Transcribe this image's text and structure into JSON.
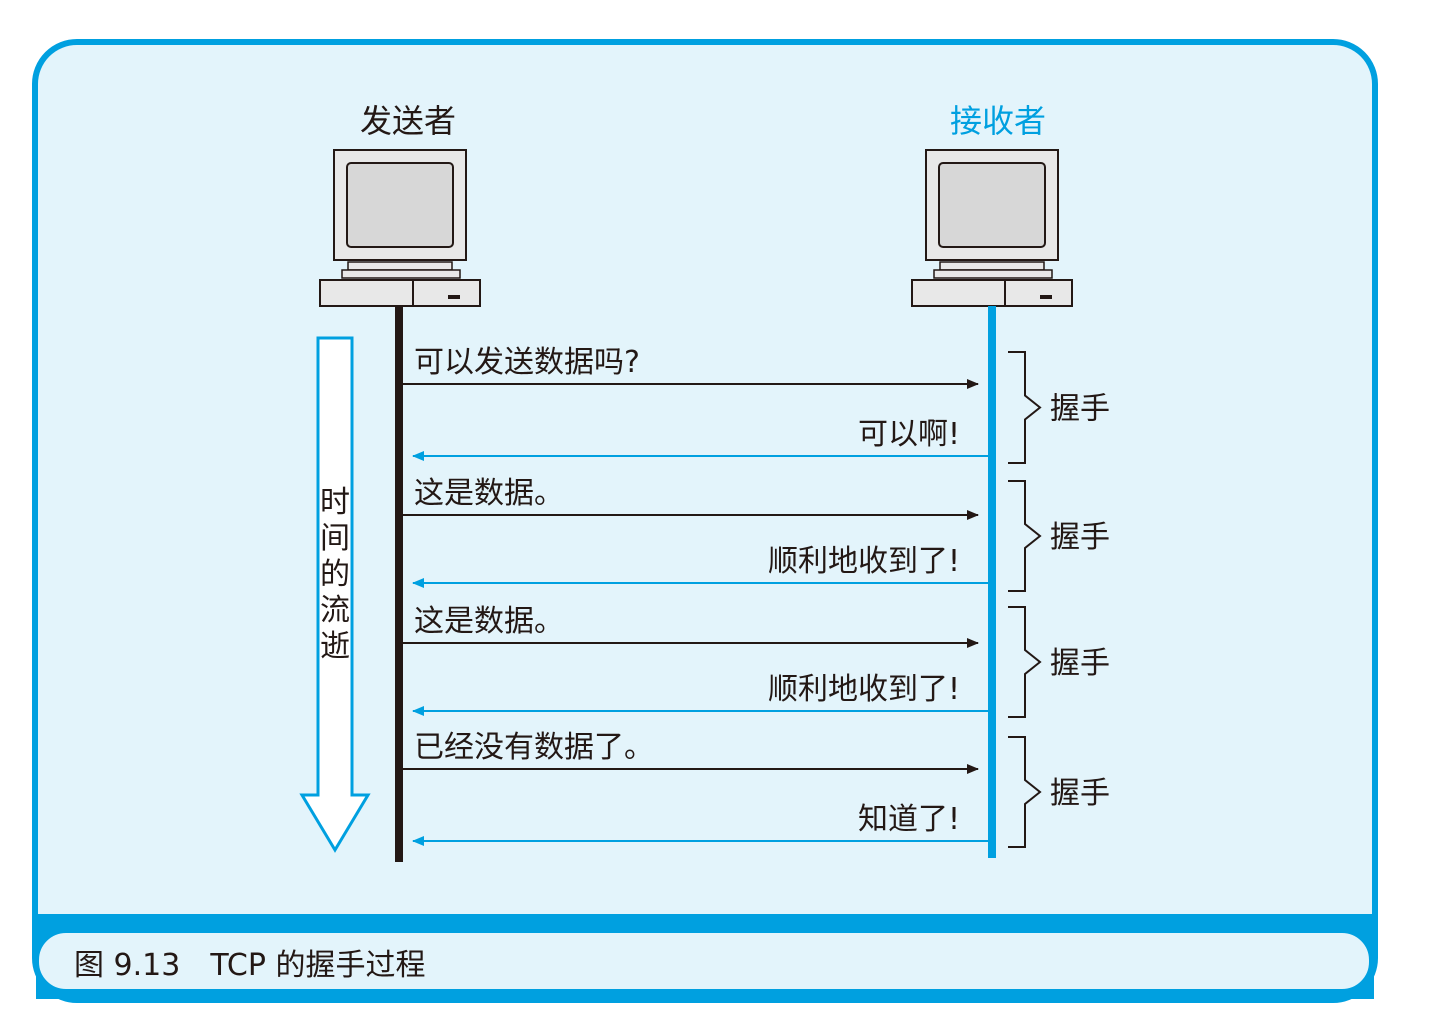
{
  "figure": {
    "sender_label": "发送者",
    "receiver_label": "接收者",
    "time_label": "时间的流逝",
    "caption": "图 9.13　TCP 的握手过程",
    "colors": {
      "accent": "#00a0e0",
      "panel": "#e3f4fb",
      "ink": "#231815",
      "monitor_screen": "#d7d7d7",
      "monitor_body": "#e8e8e8"
    }
  },
  "messages": [
    {
      "direction": "send",
      "text": "可以发送数据吗?"
    },
    {
      "direction": "reply",
      "text": "可以啊!"
    },
    {
      "direction": "send",
      "text": "这是数据。"
    },
    {
      "direction": "reply",
      "text": "顺利地收到了!"
    },
    {
      "direction": "send",
      "text": "这是数据。"
    },
    {
      "direction": "reply",
      "text": "顺利地收到了!"
    },
    {
      "direction": "send",
      "text": "已经没有数据了。"
    },
    {
      "direction": "reply",
      "text": "知道了!"
    }
  ],
  "handshakes": [
    {
      "label": "握手"
    },
    {
      "label": "握手"
    },
    {
      "label": "握手"
    },
    {
      "label": "握手"
    }
  ]
}
